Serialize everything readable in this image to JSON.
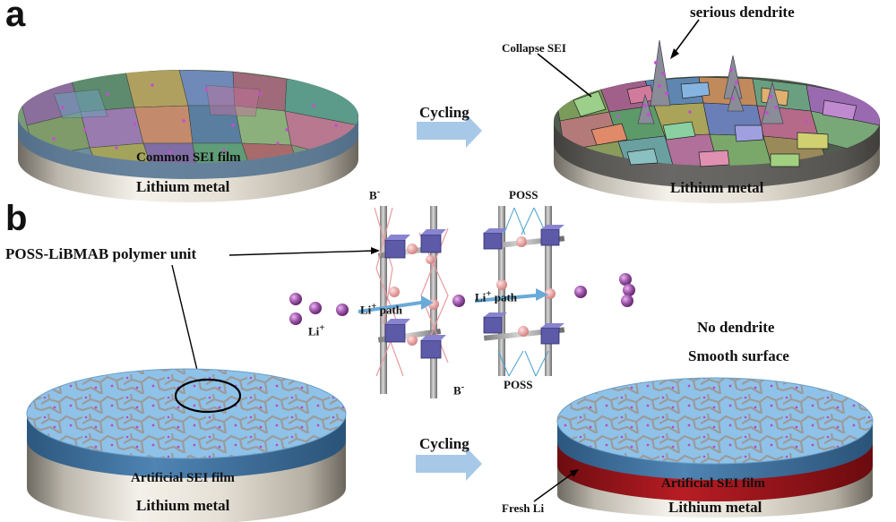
{
  "panel_a": {
    "letter": "a",
    "left_film_label": "Common SEI film",
    "left_base_label": "Lithium metal",
    "arrow_label": "Cycling",
    "collapse_label": "Collapse SEI",
    "dendrite_label": "serious dendrite",
    "right_base_label": "Lithium metal"
  },
  "panel_b": {
    "letter": "b",
    "polymer_unit_label": "POSS-LiBMAB  polymer unit",
    "b_minus_label": "B",
    "b_minus_sup": "-",
    "poss_label": "POSS",
    "li_label": "Li",
    "li_sup": "+",
    "li_path_label": " path",
    "no_dendrite_label": "No dendrite",
    "smooth_label": "Smooth surface",
    "left_film_label": "Artificial SEI film",
    "left_base_label": "Lithium metal",
    "arrow_label": "Cycling",
    "right_film_label": "Artificial SEI film",
    "right_base_label": "Lithium metal",
    "fresh_li_label": "Fresh Li"
  },
  "colors": {
    "sei_blue": "#8fc2e8",
    "sei_edge": "#3f6f9a",
    "fresh_li_red": "#a8161d",
    "lithium_silver": "#d8d4cc",
    "li_ion": "#9b4fa6",
    "poss_cube": "#5d5aa8",
    "b_sphere": "#e8a0a0",
    "arrow_blue": "#a8c8e8"
  }
}
